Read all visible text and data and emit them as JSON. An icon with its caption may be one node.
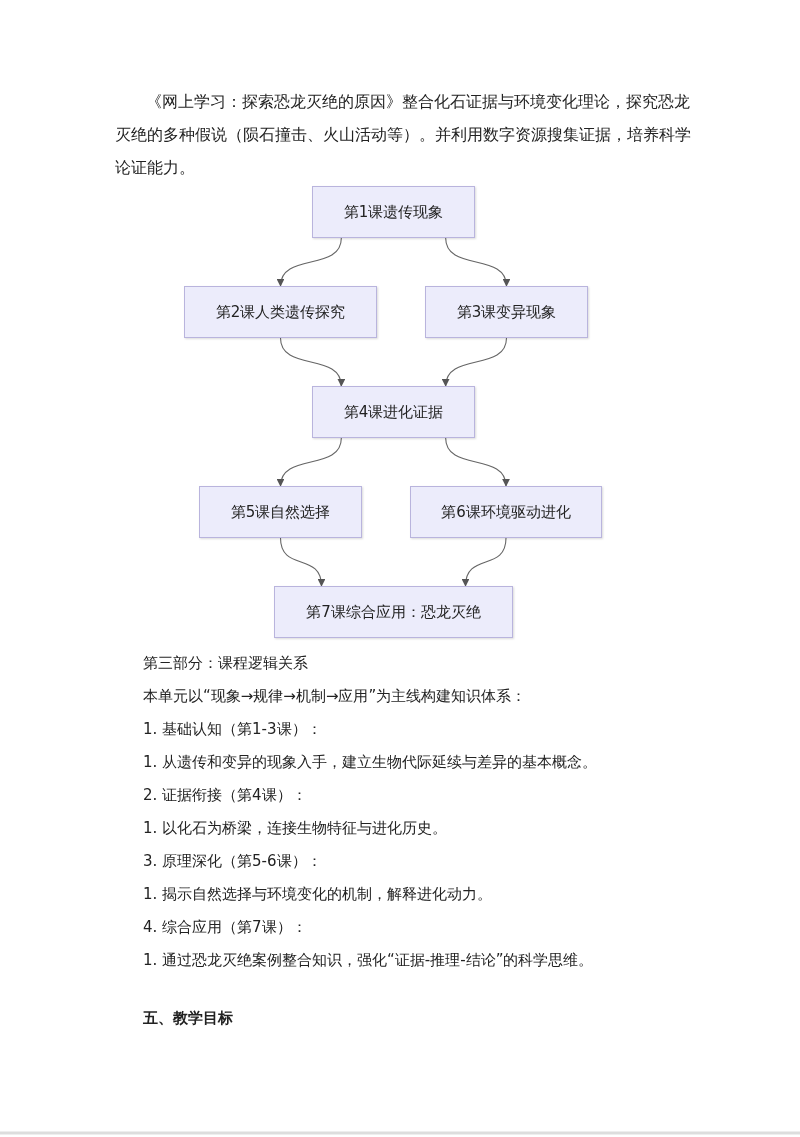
{
  "diagram": {
    "nodes": [
      {
        "text": [
          "第1课遗传现象"
        ]
      },
      {
        "text": [
          "第2课人类遗传探究"
        ]
      },
      {
        "text": [
          "第3课变异现象"
        ]
      },
      {
        "text": [
          "第4课进化证据"
        ]
      },
      {
        "text": [
          "第5课自然选择"
        ]
      },
      {
        "text": [
          "第6课环境驱动进化"
        ]
      },
      {
        "text": [
          "第7课综合应用：恐龙灭绝"
        ]
      }
    ],
    "edges": [
      {
        "from": 0,
        "to": 1,
        "arrow": "to"
      },
      {
        "from": 0,
        "to": 2,
        "arrow": "to"
      },
      {
        "from": 1,
        "to": 3,
        "arrow": "to"
      },
      {
        "from": 2,
        "to": 3,
        "arrow": "to"
      },
      {
        "from": 3,
        "to": 4,
        "arrow": "to"
      },
      {
        "from": 3,
        "to": 5,
        "arrow": "to"
      },
      {
        "from": 4,
        "to": 6,
        "arrow": "to"
      },
      {
        "from": 5,
        "to": 6,
        "arrow": "to"
      }
    ],
    "labels": [
      "《网上学习：探索恐龙灭绝的原因》整合化石证据与环境变化理论，探究恐龙灭绝的多种假说（陨石撞击、火山活动等）。并利用数字资源搜集证据，培养科学论证能力。",
      "第三部分：课程逻辑关系",
      "本单元以“现象→规律→机制→应用”为主线构建知识体系：",
      "1. 基础认知（第1-3课）：",
      "1. 从遗传和变异的现象入手，建立生物代际延续与差异的基本概念。",
      "2. 证据衔接（第4课）：",
      "1. 以化石为桥梁，连接生物特征与进化历史。",
      "3. 原理深化（第5-6课）：",
      "1. 揭示自然选择与环境变化的机制，解释进化动力。",
      "4. 综合应用（第7课）：",
      "1. 通过恐龙灭绝案例整合知识，强化“证据-推理-结论”的科学思维。",
      "五、教学目标"
    ]
  }
}
